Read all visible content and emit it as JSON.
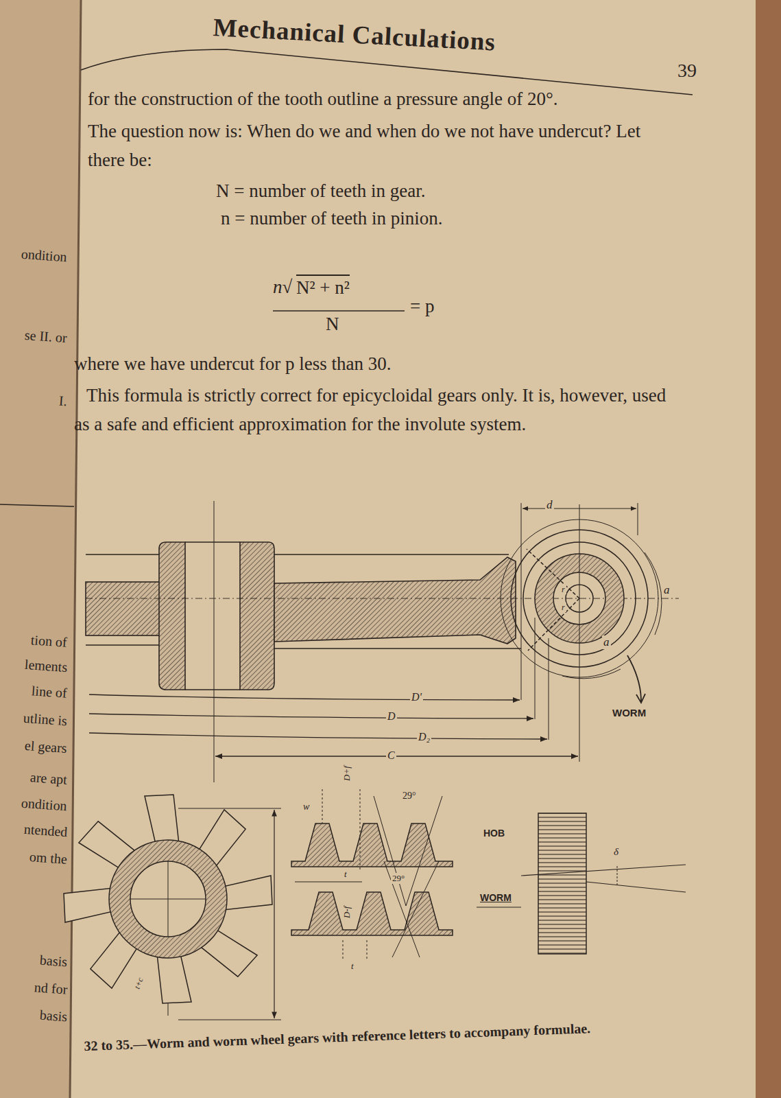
{
  "diagram": {
    "title": "Mechanical Calculations",
    "caption": "32 to 35.—Worm and worm wheel gears with reference letters to accompany formulae.",
    "labels": [
      "39",
      "for the construction of the tooth outline a pressure angle of 20°.",
      "The question now is: When do we and when do we not have undercut? Let there be:",
      "N = number of teeth in gear.",
      "n = number of teeth in pinion.",
      "n√",
      "N² + n²",
      "N",
      "= p",
      "where we have undercut for p less than 30.",
      "This formula is strictly correct for epicycloidal gears only. It is, however, used as a safe and efficient approximation for the involute system.",
      "d",
      "r",
      "r",
      "a",
      "a",
      "WORM",
      "D'",
      "D",
      "D₂",
      "C",
      "29°",
      "D+f",
      "w",
      "t",
      "29°",
      "D-f",
      "t",
      "HOB",
      "WORM",
      "δ",
      "t+c",
      "ondition",
      "se II. or",
      "I.",
      "tion of",
      "lements",
      "line of",
      "utline is",
      "el gears",
      "are apt",
      "ondition",
      "ntended",
      "om the",
      "basis",
      "nd for",
      "basis"
    ]
  }
}
